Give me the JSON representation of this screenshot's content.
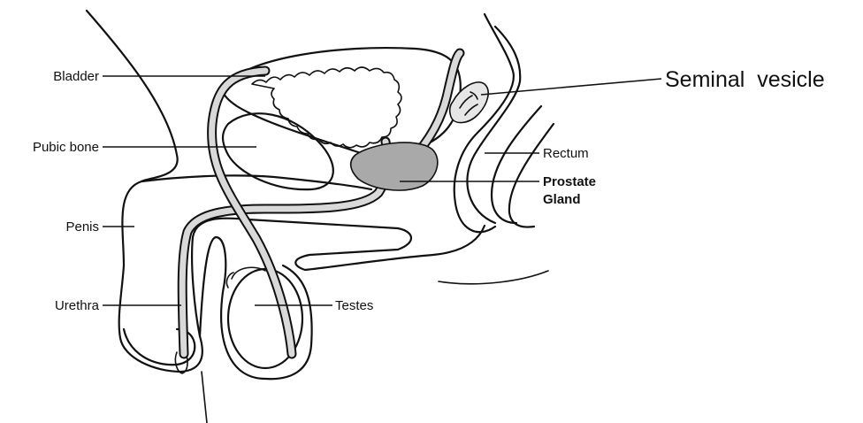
{
  "labels": {
    "bladder": "Bladder",
    "pubic_bone": "Pubic bone",
    "penis": "Penis",
    "urethra": "Urethra",
    "testes": "Testes",
    "seminal_vesicle": "Seminal  vesicle",
    "rectum": "Rectum",
    "prostate_line1": "Prostate",
    "prostate_line2": "Gland"
  },
  "colors": {
    "outline": "#111111",
    "prostate_fill": "#a9a9a9",
    "duct_fill": "#d9d9d9",
    "bladder_fill": "#f2f2f2",
    "background": "#ffffff"
  }
}
